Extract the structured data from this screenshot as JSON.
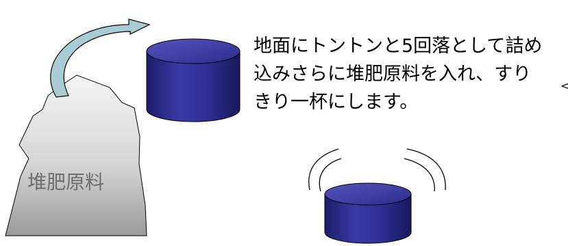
{
  "pile": {
    "label": "堆肥原料"
  },
  "description": {
    "lines": [
      "地面にトントンと5回落として詰め",
      "込みさらに堆肥原料を入れ、すり",
      "きり一杯にします。"
    ]
  },
  "edge_mark": "<",
  "colors": {
    "container_body": "#2b2b8a",
    "container_top": "#4a4ab0",
    "arrow": "#a9cbd3",
    "pile_top": "#f2f2f2",
    "pile_bottom": "#9a9a9a",
    "pile_text": "#6e6e6e"
  },
  "icons": {
    "pile": "material-pile-icon",
    "arrow": "curved-arrow-icon",
    "container_filling": "container-icon",
    "container_shaking": "shaking-container-icon"
  }
}
